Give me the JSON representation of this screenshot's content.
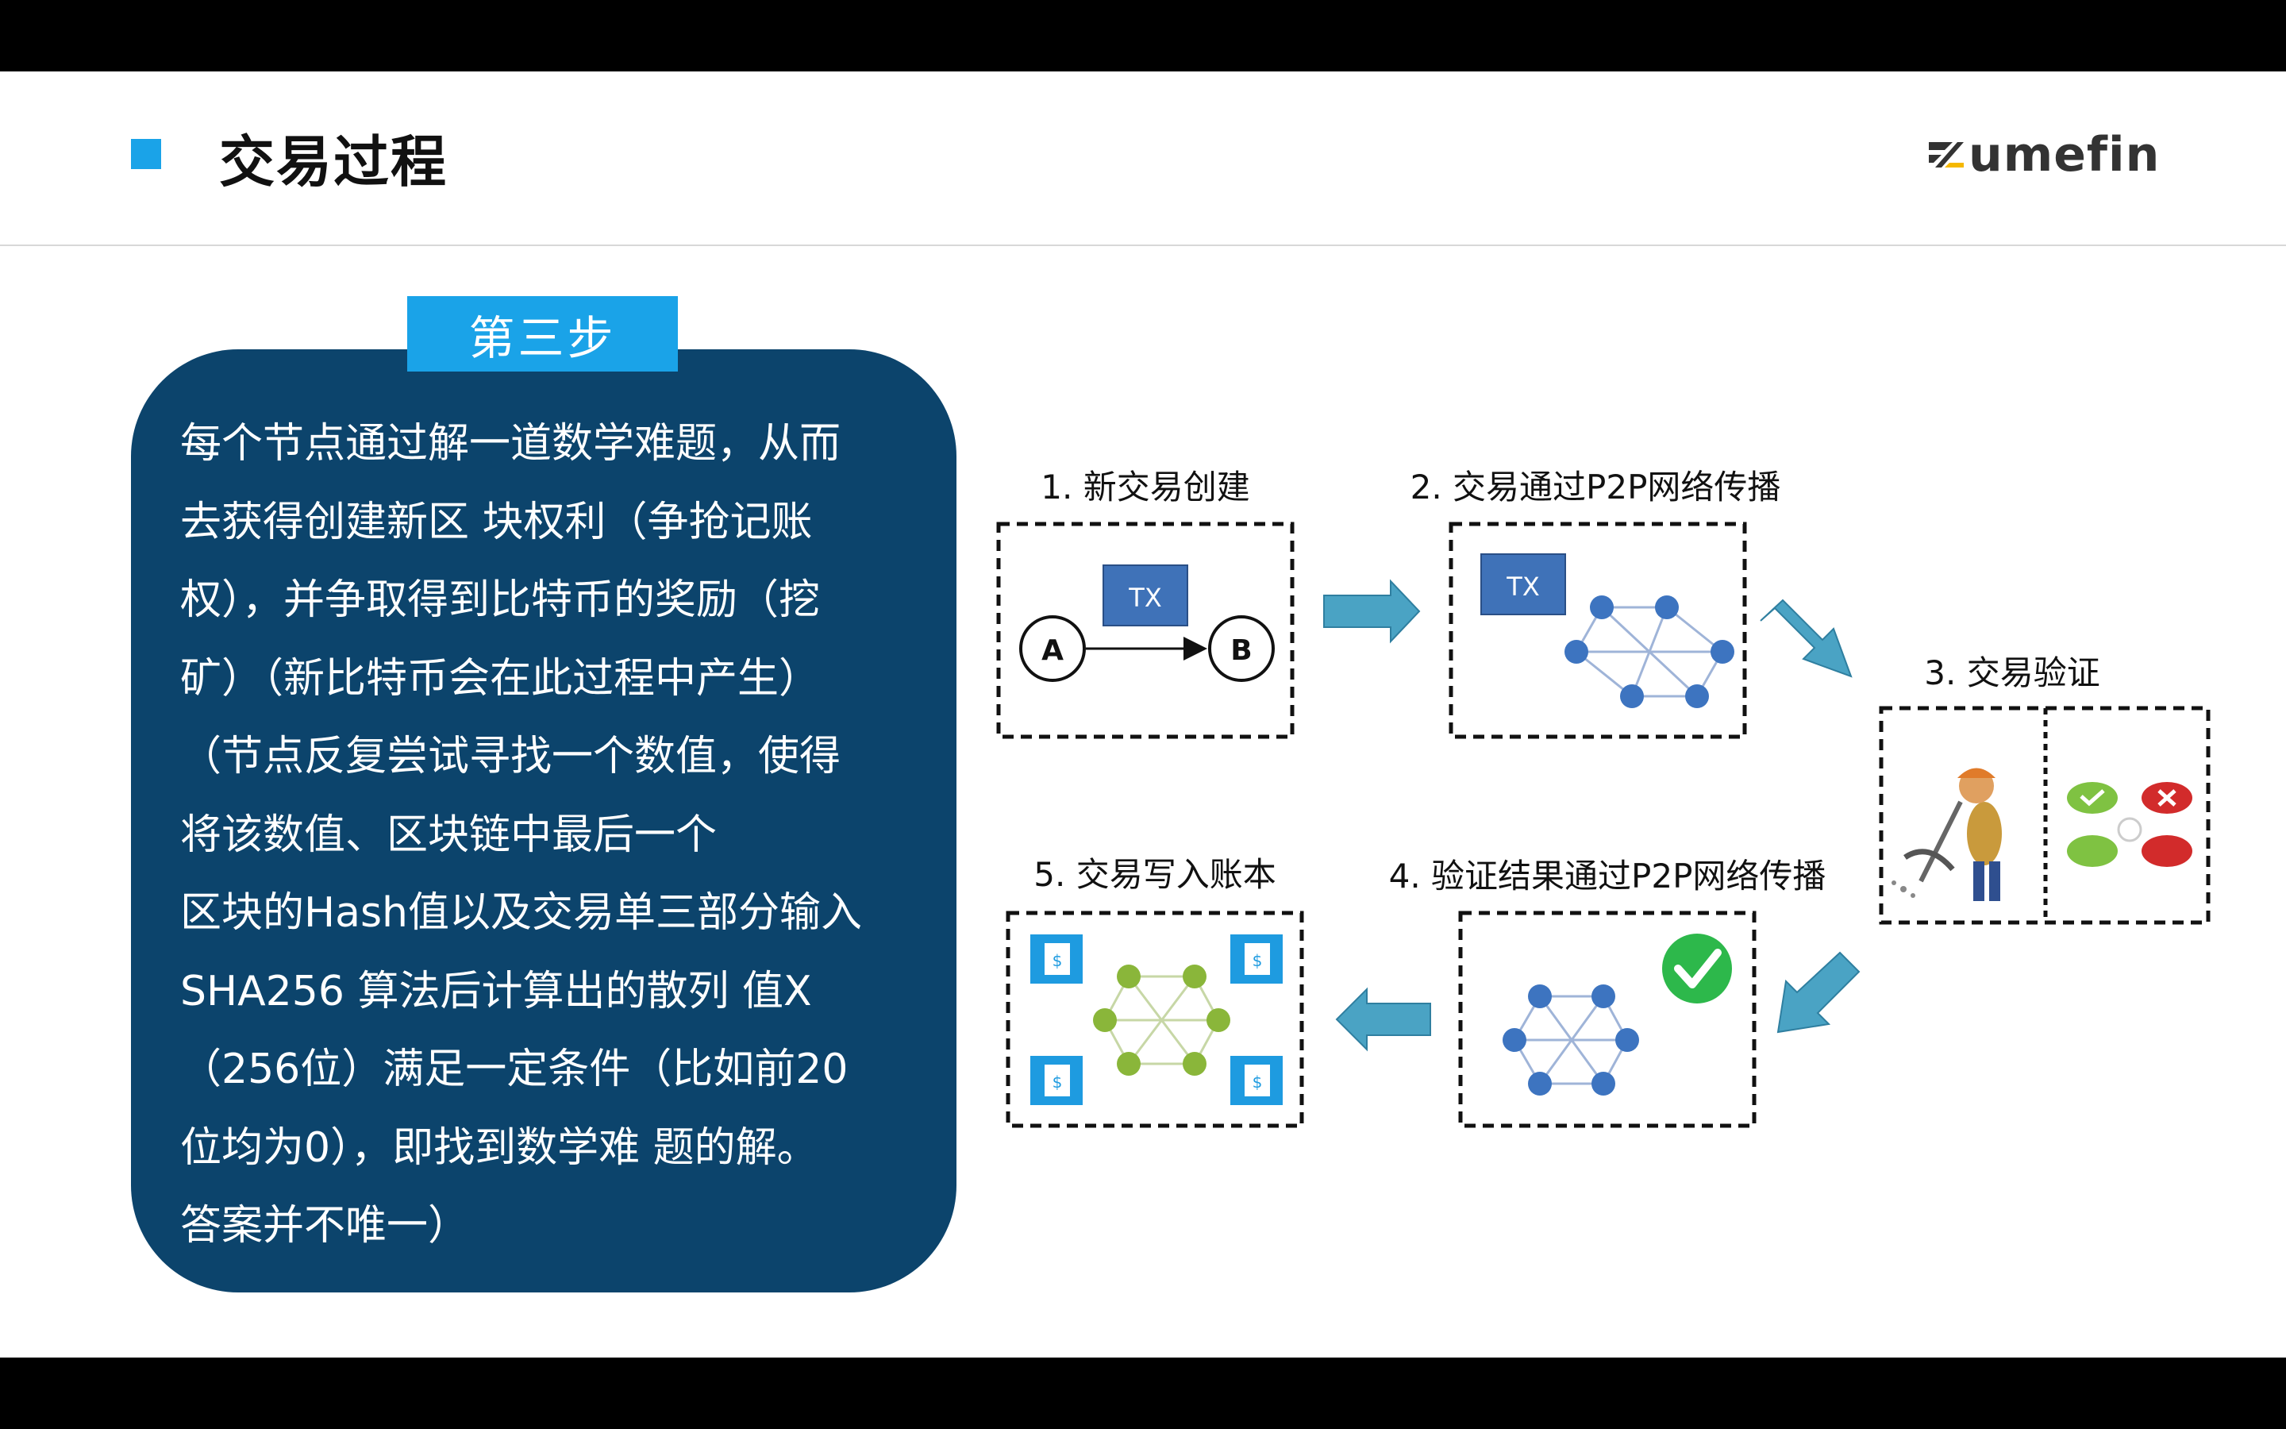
{
  "slide": {
    "title": "交易过程",
    "logo_text": "umefin"
  },
  "step_tag": "第三步",
  "panel": {
    "lines": [
      "每个节点通过解一道数学难题，从而",
      "去获得创建新区 块权利（争抢记账",
      "权），并争取得到比特币的奖励（挖",
      "矿）（新比特币会在此过程中产生）",
      "（节点反复尝试寻找一个数值，使得",
      "将该数值、区块链中最后一个",
      "区块的Hash值以及交易单三部分输入",
      "SHA256 算法后计算出的散列  值X",
      "（256位）满足一定条件（比如前20",
      "位均为0），即找到数学难  题的解。",
      "答案并不唯一）"
    ]
  },
  "diagram": {
    "steps": [
      {
        "label": "1. 新交易创建"
      },
      {
        "label": "2. 交易通过P2P网络传播"
      },
      {
        "label": "3. 交易验证"
      },
      {
        "label": "4. 验证结果通过P2P网络传播"
      },
      {
        "label": "5. 交易写入账本"
      }
    ],
    "tx_label": "TX",
    "node_a": "A",
    "node_b": "B",
    "colors": {
      "accent": "#1aa3e8",
      "panel": "#0c446c",
      "arrow": "#4aa3c4",
      "network_blue": "#3d74c0",
      "network_green": "#8ab63a",
      "tx_box": "#3f72b8",
      "check": "#2db84b"
    }
  }
}
